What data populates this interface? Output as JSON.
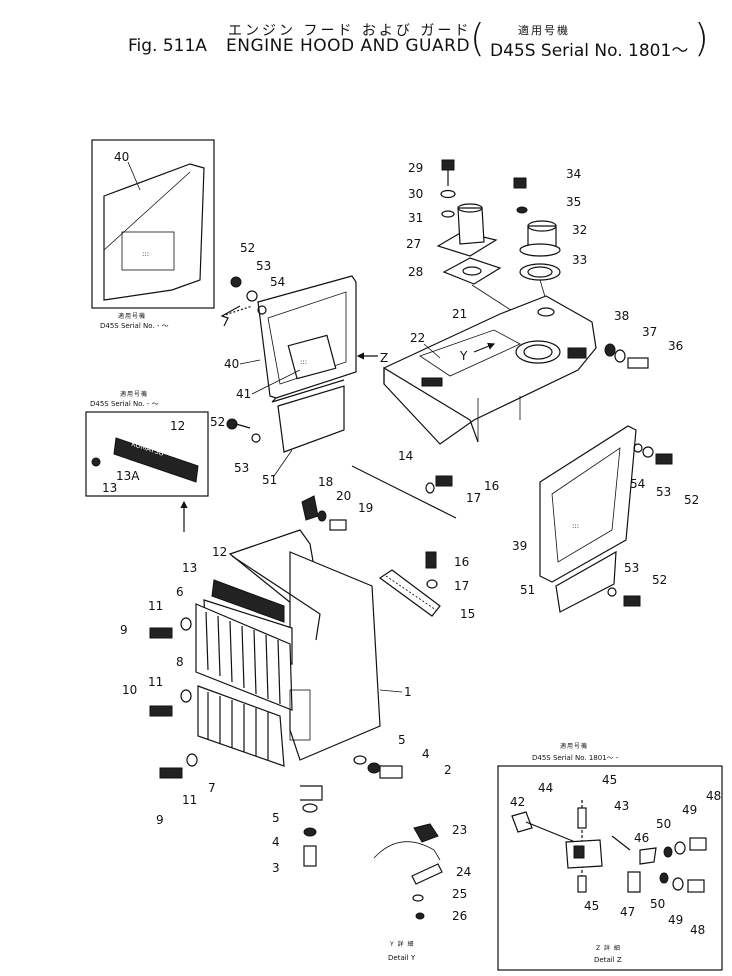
{
  "header": {
    "jp_title": "エンジン フード および ガード",
    "figure_no": "Fig. 511A",
    "en_title": "ENGINE HOOD AND GUARD",
    "jp_applicable": "適用号機",
    "serial": "D45S Serial No. 1801～",
    "paren_left": "(",
    "paren_right": ")"
  },
  "insets": {
    "part40": {
      "jp": "適用号機",
      "en": "D45S Serial No.   -  ～"
    },
    "part12": {
      "jp": "適用号機",
      "en": "D45S Serial No.   -  ～"
    },
    "detail_z": {
      "jp": "適用号機",
      "en": "D45S Serial No. 1801～  -",
      "caption_jp": "Z 詳 細",
      "caption_en": "Detail Z"
    },
    "detail_y": {
      "caption_jp": "Y 詳 細",
      "caption_en": "Detail Y"
    }
  },
  "view_markers": {
    "z": "Z",
    "y": "Y"
  },
  "emblem_text": "KOMATSU",
  "callouts": {
    "c40a": "40",
    "c52a": "52",
    "c53a": "53",
    "c54a": "54",
    "c40b": "40",
    "c41": "41",
    "c52b": "52",
    "c53b": "53",
    "c51a": "51",
    "c12a": "12",
    "c13a": "13",
    "c13A": "13A",
    "c29": "29",
    "c30": "30",
    "c31": "31",
    "c27": "27",
    "c28": "28",
    "c34": "34",
    "c35": "35",
    "c32": "32",
    "c33": "33",
    "c21": "21",
    "c22": "22",
    "c38": "38",
    "c37": "37",
    "c36": "36",
    "c14": "14",
    "c16a": "16",
    "c17a": "17",
    "c18": "18",
    "c20": "20",
    "c19": "19",
    "c16b": "16",
    "c17b": "17",
    "c15": "15",
    "c54b": "54",
    "c53c": "53",
    "c52c": "52",
    "c39": "39",
    "c51b": "51",
    "c53d": "53",
    "c52d": "52",
    "c12b": "12",
    "c13b": "13",
    "c6": "6",
    "c11a": "11",
    "c9a": "9",
    "c8": "8",
    "c11b": "11",
    "c10": "10",
    "c1": "1",
    "c9b": "9",
    "c11c": "11",
    "c7": "7",
    "c5a": "5",
    "c4a": "4",
    "c2": "2",
    "c5b": "5",
    "c4b": "4",
    "c3": "3",
    "c23": "23",
    "c24": "24",
    "c25": "25",
    "c26": "26",
    "c45a": "45",
    "c44": "44",
    "c42": "42",
    "c43": "43",
    "c46": "46",
    "c49a": "49",
    "c48a": "48",
    "c50a": "50",
    "c45b": "45",
    "c47": "47",
    "c50b": "50",
    "c49b": "49",
    "c48b": "48"
  }
}
